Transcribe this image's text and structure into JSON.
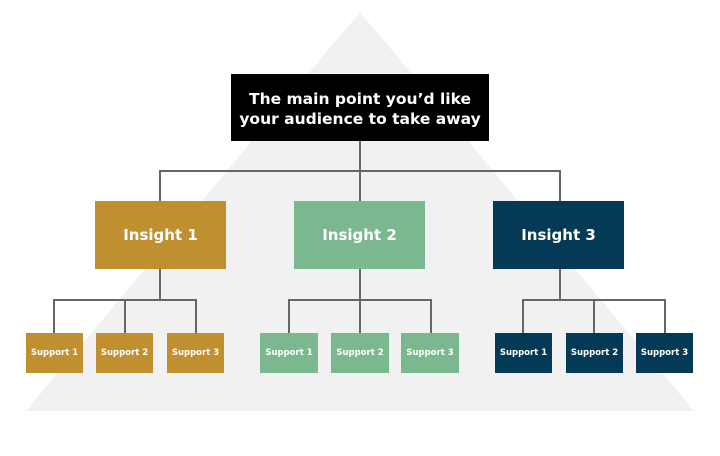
{
  "diagram": {
    "type": "pyramid-hierarchy",
    "background_color": "#f1f1f1",
    "connector_color": "#666666",
    "main_point": {
      "lines": [
        "The main point you’d like",
        "your audience to take away"
      ],
      "color": "#000000"
    },
    "insights": [
      {
        "label": "Insight 1",
        "color": "#c09030",
        "supports": [
          "Support 1",
          "Support 2",
          "Support 3"
        ]
      },
      {
        "label": "Insight 2",
        "color": "#7bb88f",
        "supports": [
          "Support 1",
          "Support 2",
          "Support 3"
        ]
      },
      {
        "label": "Insight 3",
        "color": "#053a56",
        "supports": [
          "Support 1",
          "Support 2",
          "Support 3"
        ]
      }
    ]
  }
}
